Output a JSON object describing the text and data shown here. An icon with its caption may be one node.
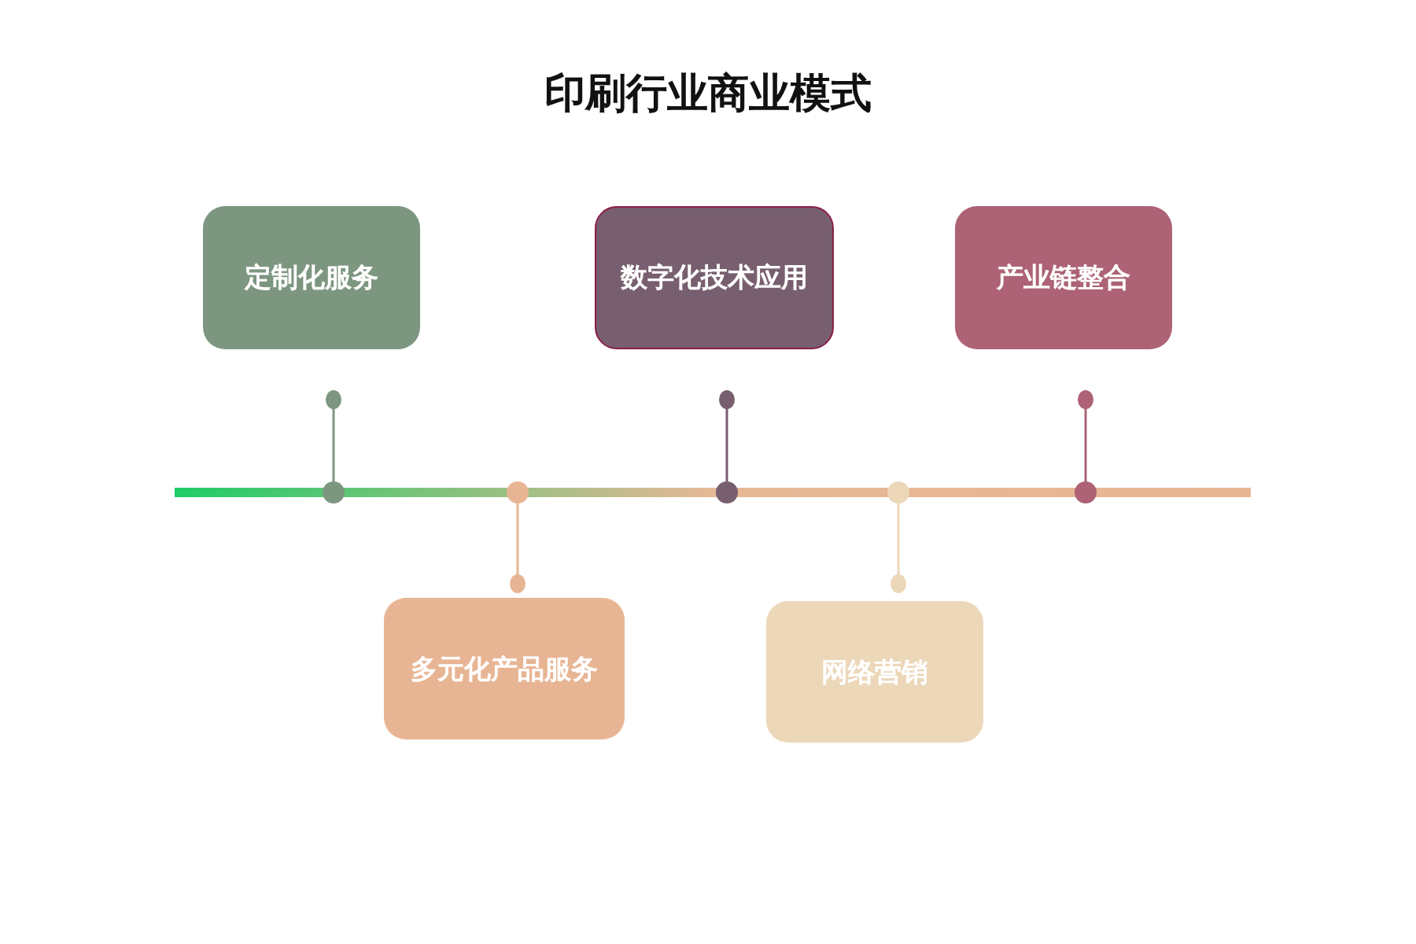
{
  "diagram": {
    "title": "印刷行业商业模式",
    "nodes": [
      {
        "text": [
          "定制化服务"
        ]
      },
      {
        "text": [
          "多元化产品服务"
        ]
      },
      {
        "text": [
          "数字化技术应用"
        ]
      },
      {
        "text": [
          "网络营销"
        ]
      },
      {
        "text": [
          "产业链整合"
        ]
      }
    ],
    "edges": []
  }
}
